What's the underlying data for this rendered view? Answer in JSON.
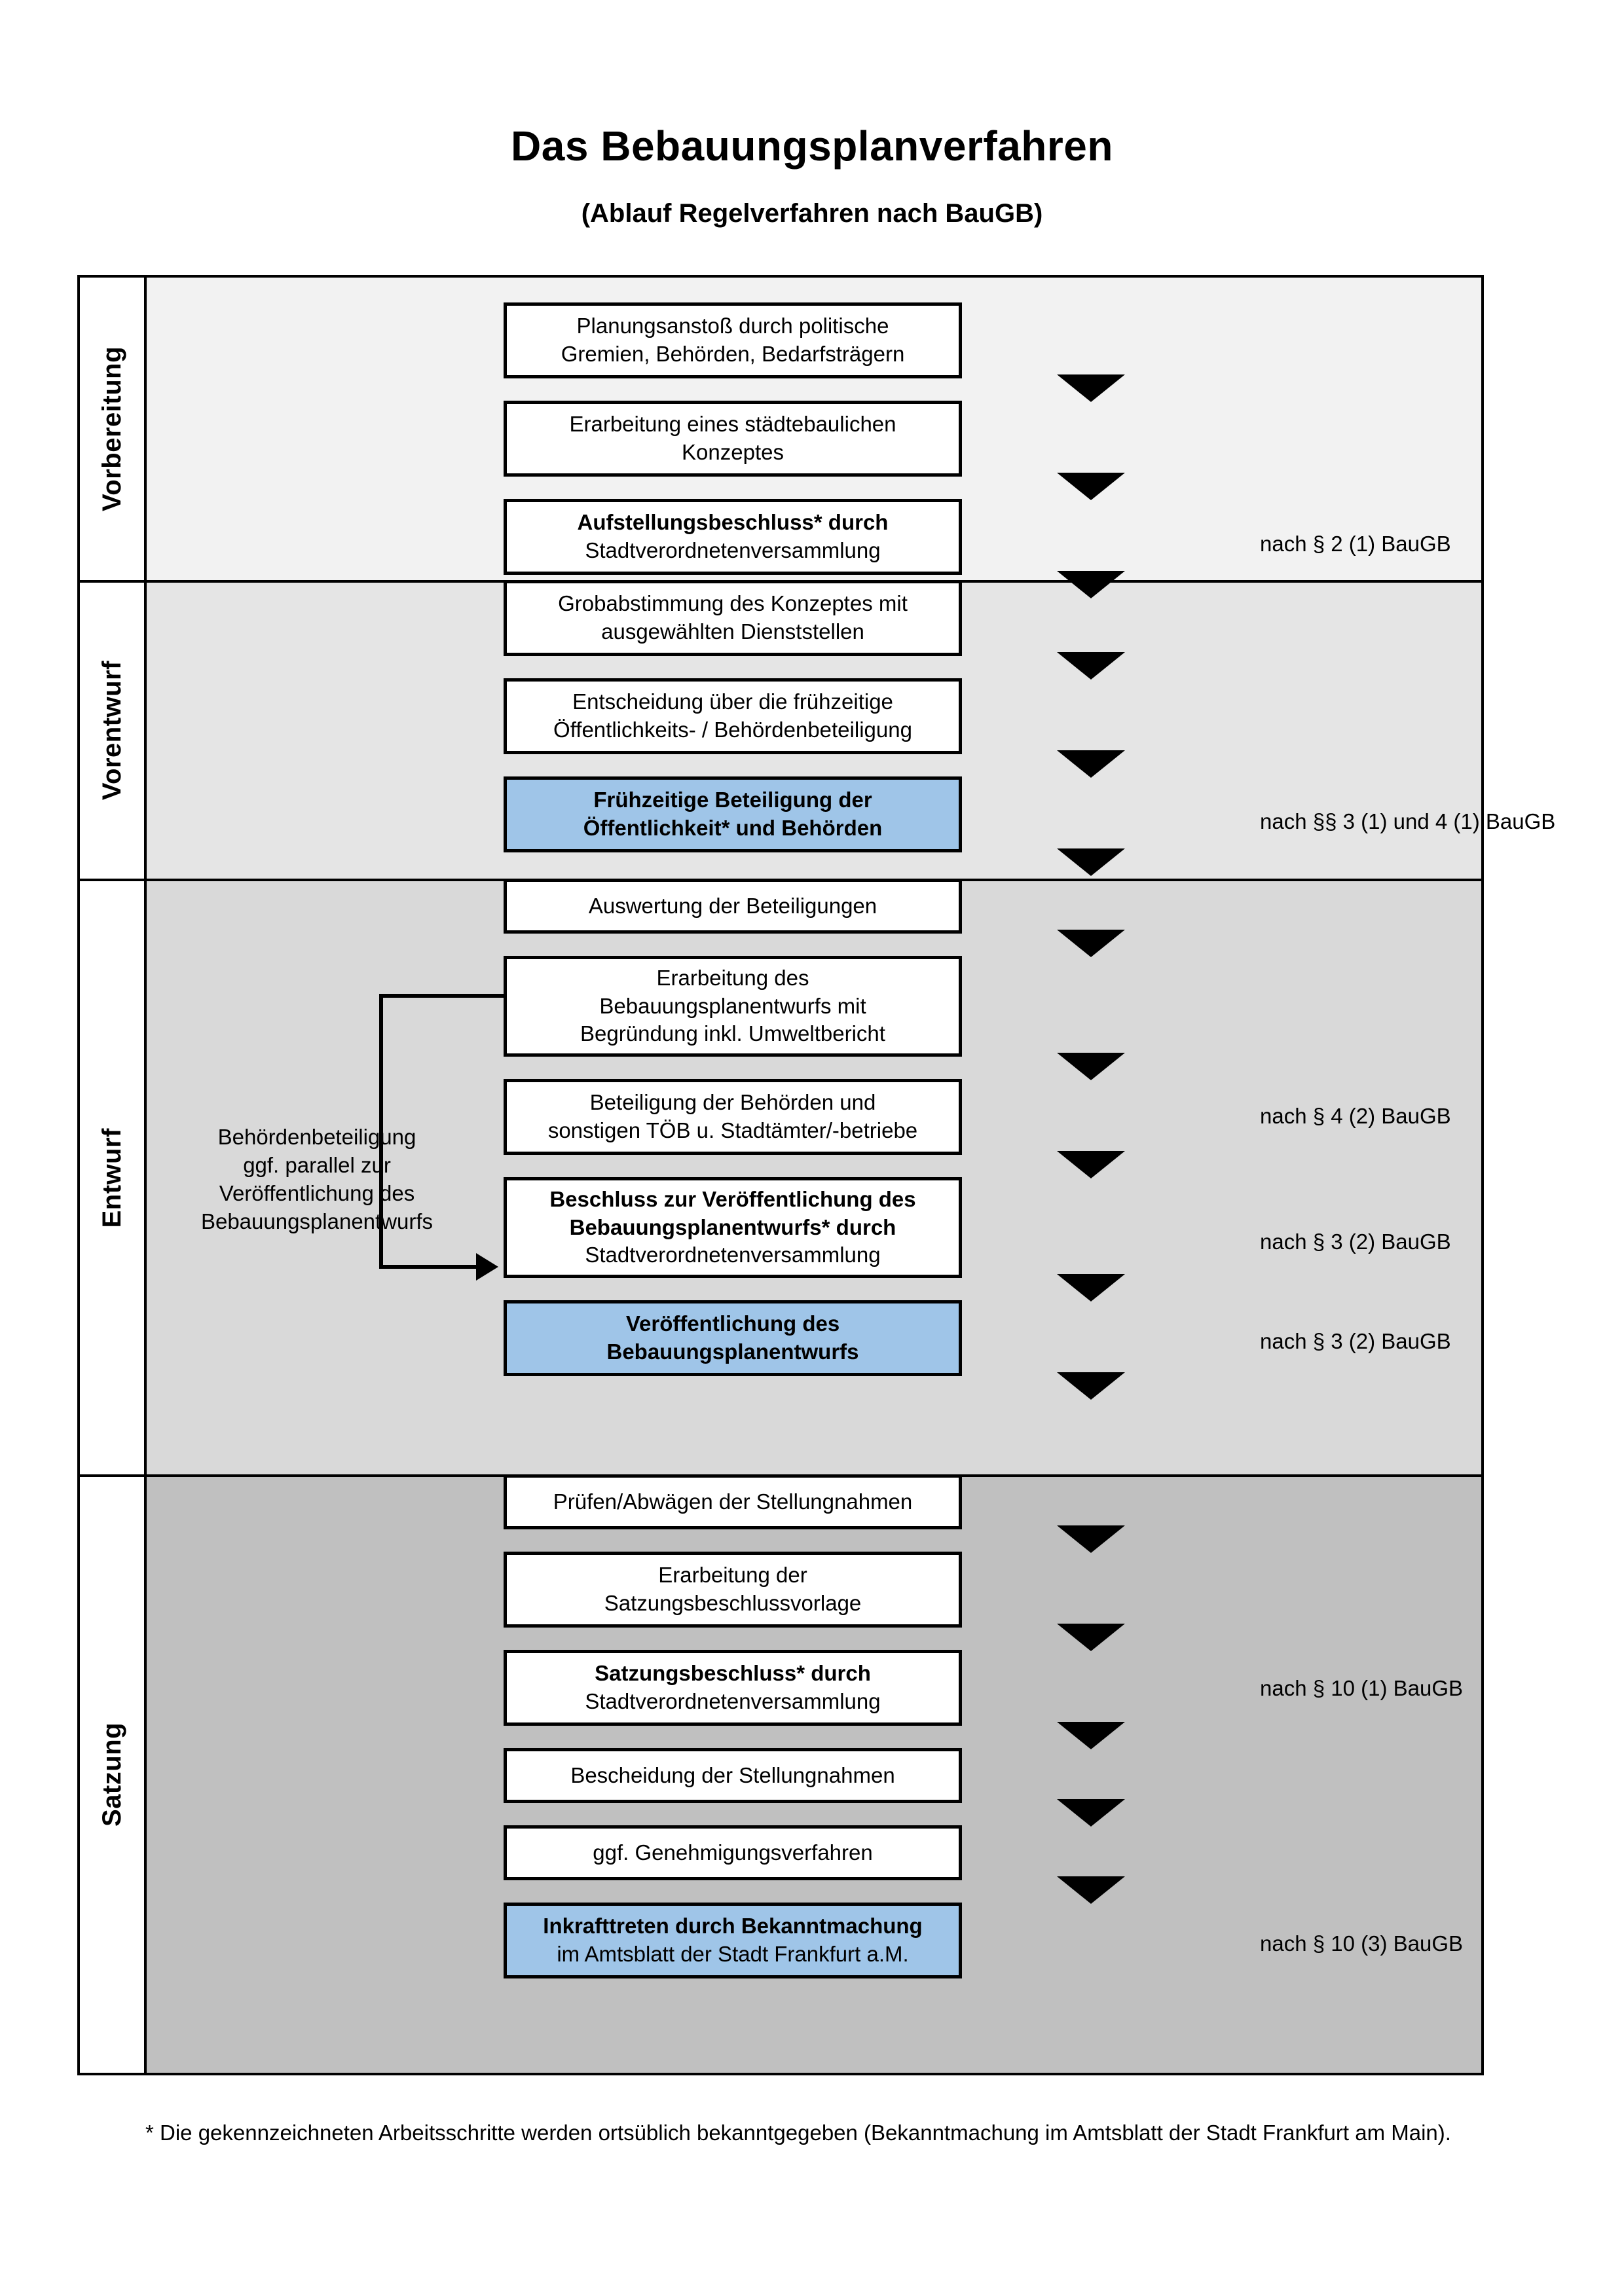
{
  "header": {
    "title": "Das Bebauungsplanverfahren",
    "subtitle": "(Ablauf Regelverfahren nach BauGB)"
  },
  "colors": {
    "highlight_blue": "#9fc5e8",
    "phase_1_bg": "#f2f2f2",
    "phase_2_bg": "#e5e5e5",
    "phase_3_bg": "#d9d9d9",
    "phase_4_bg": "#c0c0c0",
    "border": "#000000"
  },
  "phases": [
    {
      "label": "Vorbereitung",
      "steps": [
        {
          "line1": "Planungsanstoß durch politische",
          "line2": "Gremien, Behörden, Bedarfsträgern",
          "bold1": false,
          "bold2": false,
          "highlight": false
        },
        {
          "line1": "Erarbeitung eines städtebaulichen",
          "line2": "Konzeptes",
          "bold1": false,
          "bold2": false,
          "highlight": false
        },
        {
          "line1": "Aufstellungsbeschluss* durch",
          "line2": "Stadtverordnetenversammlung",
          "bold1": true,
          "bold2": false,
          "highlight": false
        }
      ],
      "legal_refs": [
        {
          "text": "nach § 2 (1) BauGB"
        }
      ]
    },
    {
      "label": "Vorentwurf",
      "steps": [
        {
          "line1": "Grobabstimmung des Konzeptes mit",
          "line2": "ausgewählten Dienststellen",
          "bold1": false,
          "bold2": false,
          "highlight": false
        },
        {
          "line1": "Entscheidung über die frühzeitige",
          "line2": "Öffentlichkeits- / Behördenbeteiligung",
          "bold1": false,
          "bold2": false,
          "highlight": false
        },
        {
          "line1": "Frühzeitige Beteiligung der",
          "line2": "Öffentlichkeit* und Behörden",
          "bold1": true,
          "bold2": true,
          "highlight": true
        }
      ],
      "legal_refs": [
        {
          "text": "nach §§ 3 (1) und 4 (1) BauGB"
        }
      ]
    },
    {
      "label": "Entwurf",
      "side_note": "Behördenbeteiligung\nggf. parallel zur\nVeröffentlichung des\nBebauungsplanentwurfs",
      "steps": [
        {
          "line1": "Auswertung der Beteiligungen",
          "line2": "",
          "bold1": false,
          "bold2": false,
          "highlight": false
        },
        {
          "line1": "Erarbeitung des",
          "line2": "Bebauungsplanentwurfs mit",
          "line3": "Begründung inkl. Umweltbericht",
          "bold1": false,
          "bold2": false,
          "highlight": false
        },
        {
          "line1": "Beteiligung der Behörden und",
          "line2": "sonstigen TÖB u. Stadtämter/-betriebe",
          "bold1": false,
          "bold2": false,
          "highlight": false
        },
        {
          "line1": "Beschluss zur Veröffentlichung des",
          "line2": "Bebauungsplanentwurfs* durch",
          "line3": "Stadtverordnetenversammlung",
          "bold1": true,
          "bold2": true,
          "bold3": false,
          "highlight": false
        },
        {
          "line1": "Veröffentlichung des",
          "line2": "Bebauungsplanentwurfs",
          "bold1": true,
          "bold2": true,
          "highlight": true
        }
      ],
      "legal_refs": [
        {
          "text": "nach § 4 (2) BauGB"
        },
        {
          "text": "nach § 3 (2) BauGB"
        },
        {
          "text": "nach § 3 (2) BauGB"
        }
      ]
    },
    {
      "label": "Satzung",
      "steps": [
        {
          "line1": "Prüfen/Abwägen der Stellungnahmen",
          "line2": "",
          "bold1": false,
          "bold2": false,
          "highlight": false
        },
        {
          "line1": "Erarbeitung der",
          "line2": "Satzungsbeschlussvorlage",
          "bold1": false,
          "bold2": false,
          "highlight": false
        },
        {
          "line1": "Satzungsbeschluss* durch",
          "line2": "Stadtverordnetenversammlung",
          "bold1": true,
          "bold2": false,
          "highlight": false
        },
        {
          "line1": "Bescheidung der Stellungnahmen",
          "line2": "",
          "bold1": false,
          "bold2": false,
          "highlight": false
        },
        {
          "line1": "ggf. Genehmigungsverfahren",
          "line2": "",
          "bold1": false,
          "bold2": false,
          "highlight": false
        },
        {
          "line1": "Inkrafttreten durch Bekanntmachung",
          "line2": "im Amtsblatt der Stadt Frankfurt a.M.",
          "bold1": true,
          "bold2": false,
          "highlight": true
        }
      ],
      "legal_refs": [
        {
          "text": "nach § 10 (1) BauGB"
        },
        {
          "text": "nach § 10 (3) BauGB"
        }
      ]
    }
  ],
  "footnote": {
    "text": "* Die gekennzeichneten Arbeitsschritte werden ortsüblich bekanntgegeben (Bekanntmachung im Amtsblatt  der Stadt Frankfurt am Main)."
  }
}
